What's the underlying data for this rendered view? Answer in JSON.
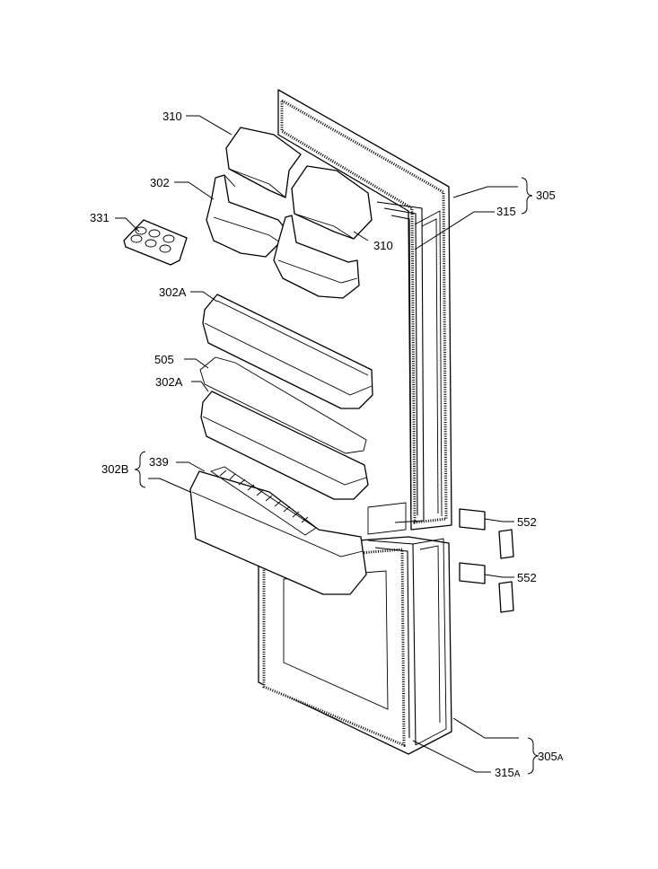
{
  "labels": {
    "l310a": "310",
    "l302": "302",
    "l331": "331",
    "l305": "305",
    "l315": "315",
    "l310b": "310",
    "l302a1": "302A",
    "l505": "505",
    "l302a2": "302A",
    "l339": "339",
    "l302b": "302B",
    "l552a": "552",
    "l552b": "552",
    "l305a_main": "305",
    "l305a_sub": "A",
    "l315a_main": "315",
    "l315a_sub": "A"
  }
}
